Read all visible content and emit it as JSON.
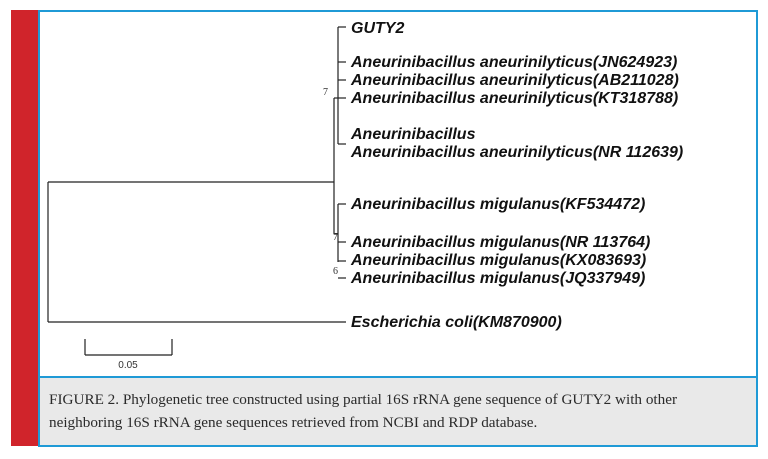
{
  "colors": {
    "accent_bar": "#d0242b",
    "frame_border": "#1f9ad6",
    "caption_bg": "#e9e9e9"
  },
  "tree": {
    "taxa": {
      "guty2": "GUTY2",
      "ja1": "Aneurinibacillus aneurinilyticus(JN624923)",
      "ja2": "Aneurinibacillus aneurinilyticus(AB211028)",
      "ja3": "Aneurinibacillus aneurinilyticus(KT318788)",
      "nr_line1": "Aneurinibacillus",
      "nr_line2": "Aneurinibacillus aneurinilyticus(NR 112639)",
      "mig1": "Aneurinibacillus migulanus(KF534472)",
      "mig2": "Aneurinibacillus migulanus(NR 113764)",
      "mig3": "Aneurinibacillus migulanus(KX083693)",
      "mig4": "Aneurinibacillus migulanus(JQ337949)",
      "ecoli": "Escherichia coli(KM870900)"
    },
    "bootstrap": {
      "upper": "7",
      "lower": "7",
      "bottom": "6"
    },
    "scale_label": "0.05"
  },
  "caption": "FIGURE 2. Phylogenetic tree constructed using partial 16S rRNA gene sequence of GUTY2 with other neighboring 16S rRNA gene sequences retrieved from NCBI and RDP database."
}
